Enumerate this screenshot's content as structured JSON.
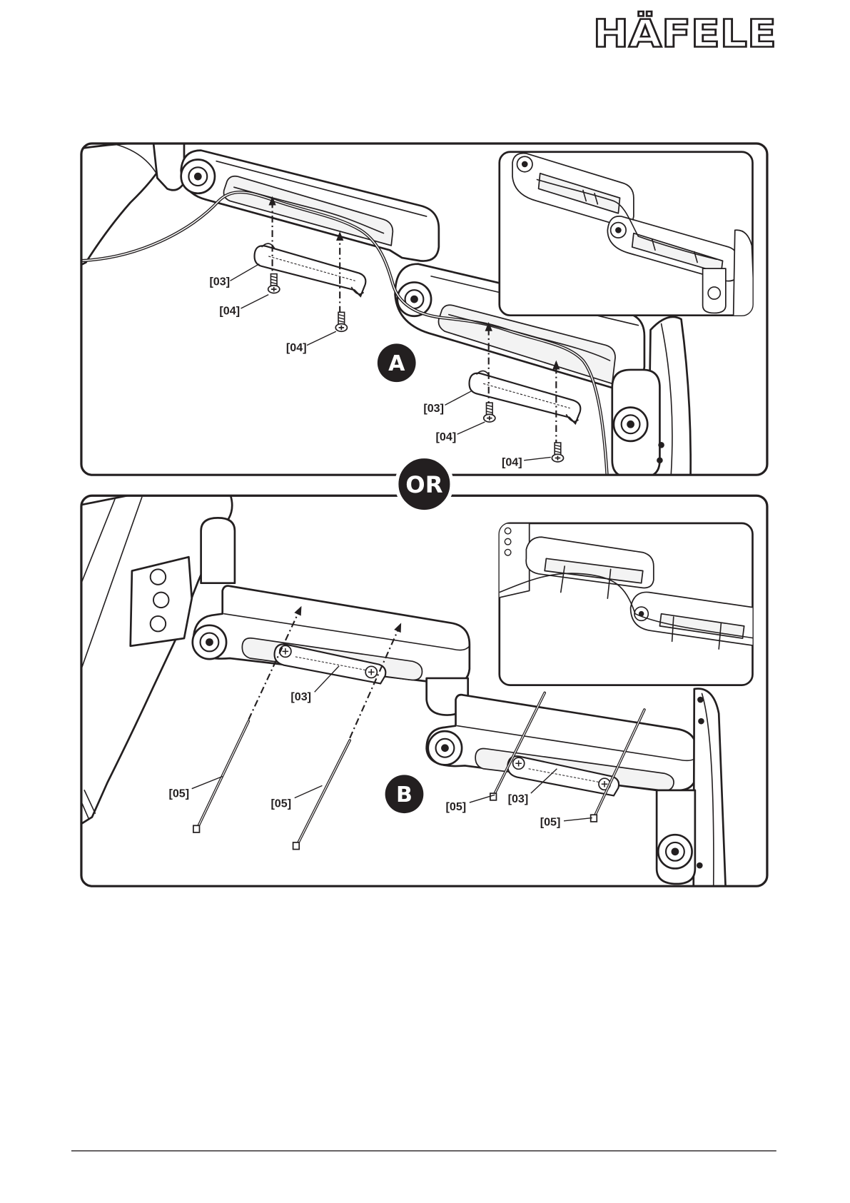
{
  "header": {
    "logo_text": "HÄFELE"
  },
  "panel_a": {
    "badge": "A",
    "labels": [
      "[03]",
      "[04]",
      "[04]",
      "[03]",
      "[04]",
      "[04]"
    ]
  },
  "separator": {
    "text": "OR"
  },
  "panel_b": {
    "badge": "B",
    "labels": [
      "[03]",
      "[05]",
      "[05]",
      "[05]",
      "[03]",
      "[05]"
    ]
  },
  "colors": {
    "ink": "#231f20",
    "paper": "#ffffff",
    "badge_fill": "#231f20"
  }
}
